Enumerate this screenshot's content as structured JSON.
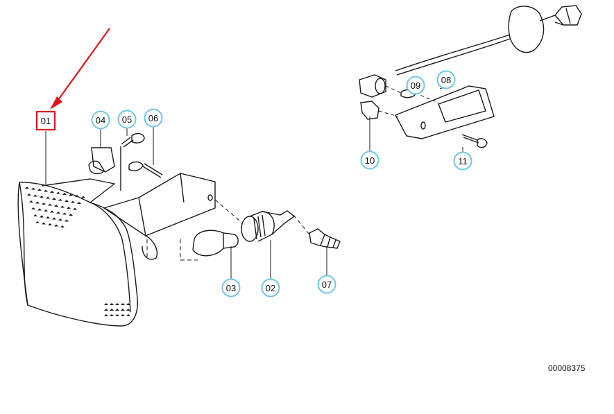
{
  "diagram": {
    "diagram_number": "00008375",
    "selected_part": "01",
    "callouts": [
      "01",
      "02",
      "03",
      "04",
      "05",
      "06",
      "07",
      "08",
      "09",
      "10",
      "11"
    ],
    "colors": {
      "line": "#1a1a1a",
      "callout_ring": "#6ec6e6",
      "selected_box": "#e0141b",
      "arrow": "#e0141b"
    }
  }
}
